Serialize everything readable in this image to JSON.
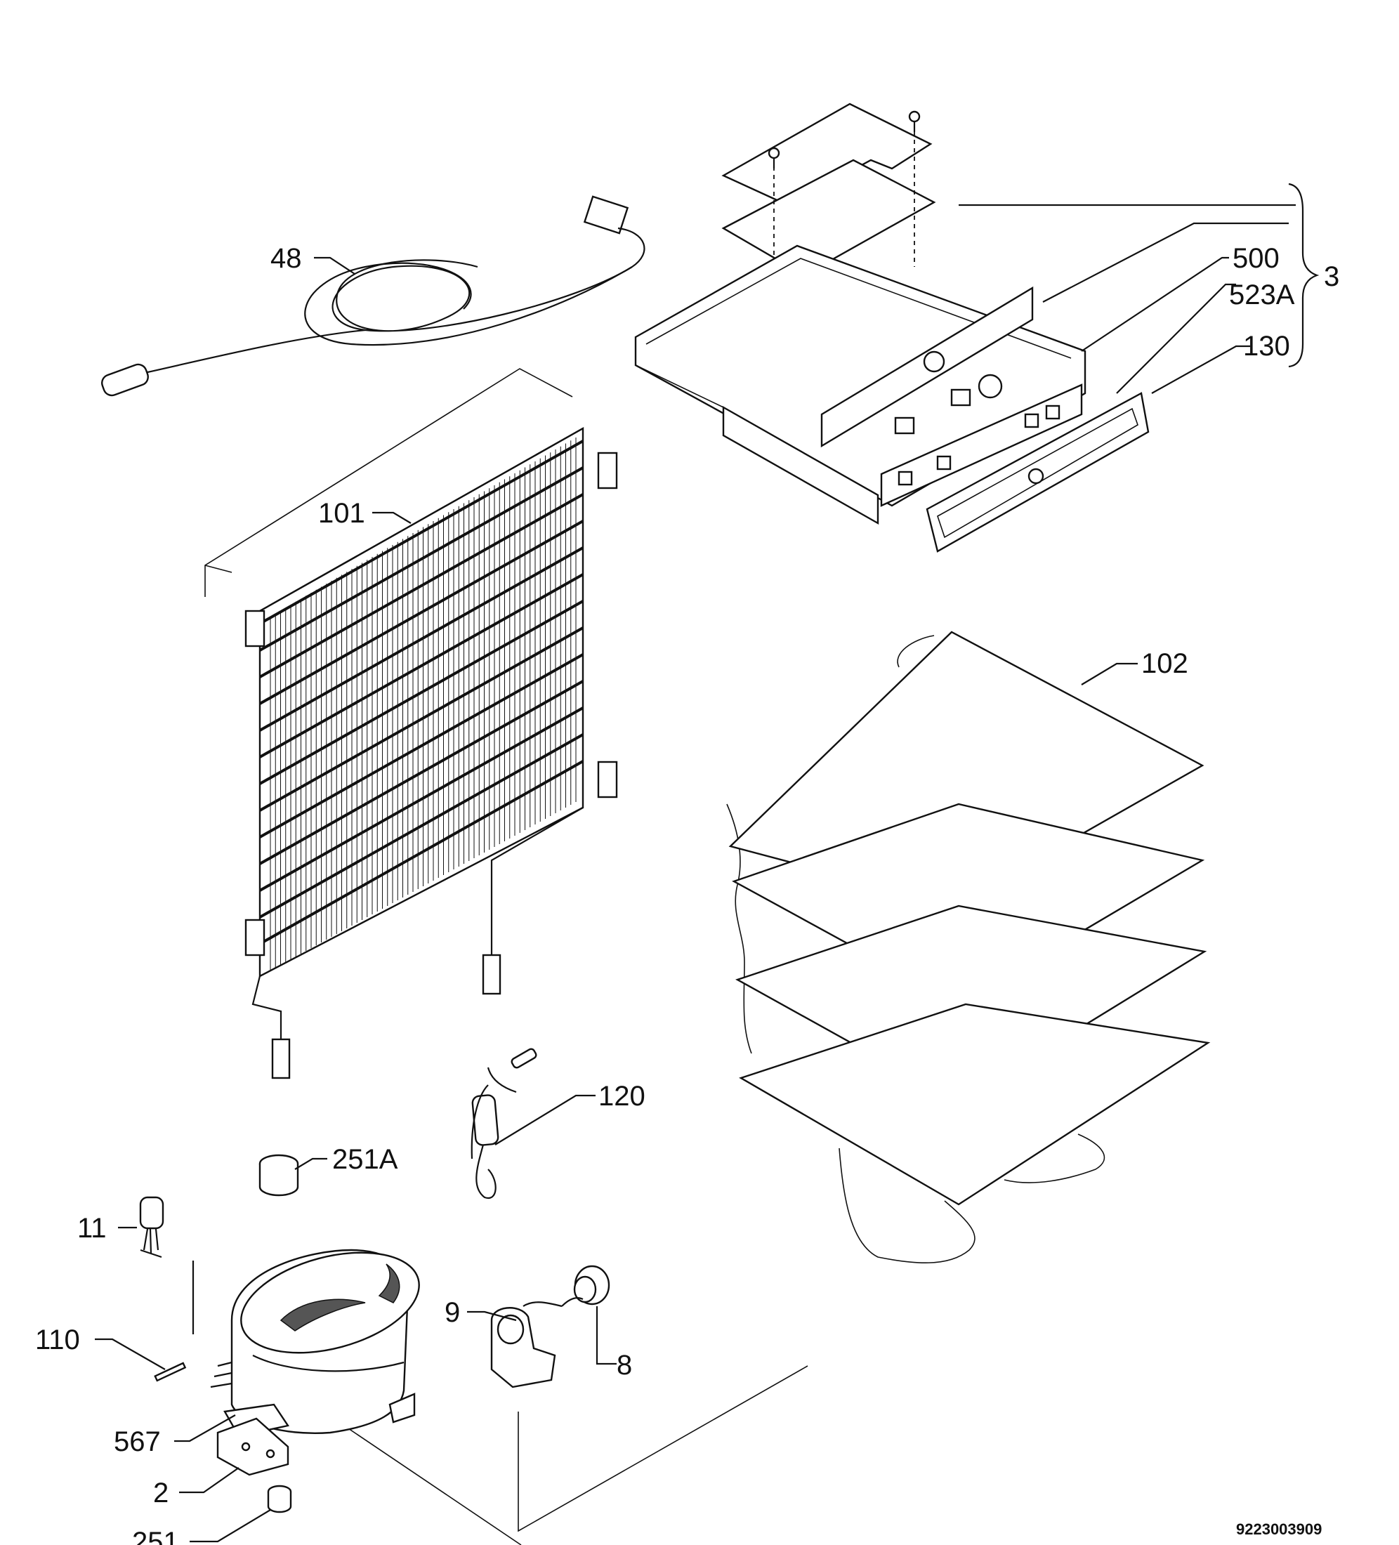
{
  "labels": {
    "p48": "48",
    "p101": "101",
    "p500": "500",
    "p523a": "523A",
    "p3": "3",
    "p130": "130",
    "p102": "102",
    "p120": "120",
    "p251a": "251A",
    "p11": "11",
    "p9": "9",
    "p8": "8",
    "p110": "110",
    "p567": "567",
    "p2": "2",
    "p251": "251"
  },
  "document_code": "9223003909"
}
